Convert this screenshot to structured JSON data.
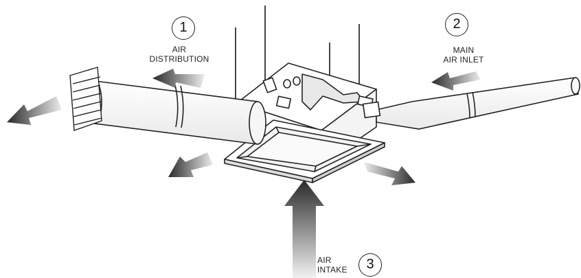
{
  "callouts": [
    {
      "number": "1",
      "label_lines": [
        "AIR",
        "DISTRIBUTION"
      ]
    },
    {
      "number": "2",
      "label_lines": [
        "MAIN",
        "AIR INLET"
      ]
    },
    {
      "number": "3",
      "label_lines": [
        "AIR",
        "INTAKE"
      ]
    }
  ],
  "colors": {
    "line": "#222222",
    "arrow_dark": "#2a2a2a",
    "arrow_light": "#e6e6e6",
    "surface": "#f2f2f2"
  }
}
